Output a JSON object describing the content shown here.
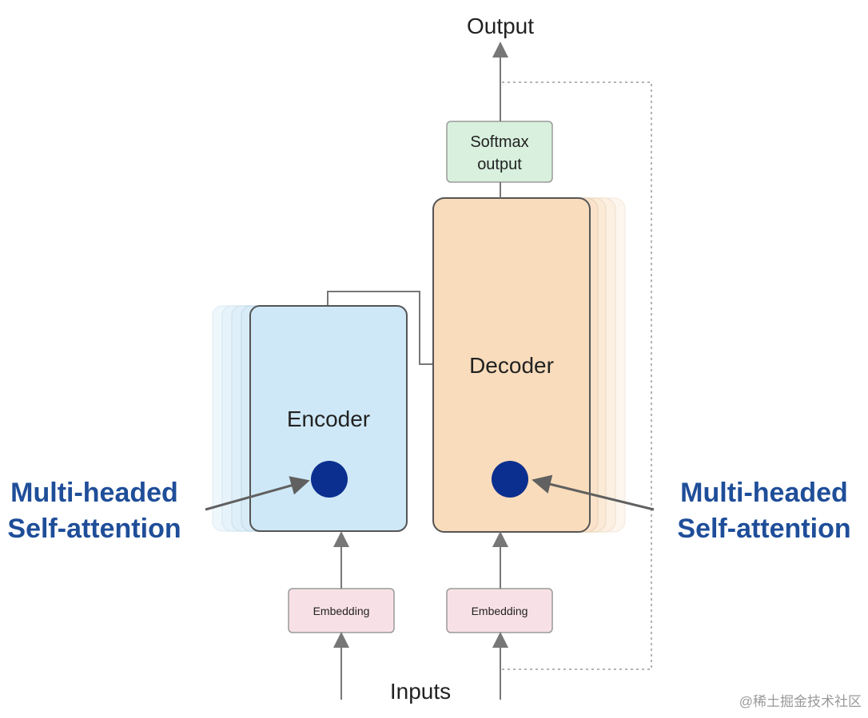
{
  "labels": {
    "output": "Output",
    "inputs": "Inputs",
    "softmax_line1": "Softmax",
    "softmax_line2": "output",
    "encoder": "Encoder",
    "decoder": "Decoder",
    "embedding_encoder": "Embedding",
    "embedding_decoder": "Embedding",
    "left_callout_line1": "Multi-headed",
    "left_callout_line2": "Self-attention",
    "right_callout_line1": "Multi-headed",
    "right_callout_line2": "Self-attention",
    "watermark": "@稀土掘金技术社区"
  },
  "colors": {
    "encoder_fill": "#cfe8f7",
    "decoder_fill": "#f9dcbb",
    "softmax_fill": "#d8f0dd",
    "embedding_fill": "#f8e1e6",
    "attention_dot": "#0b2f8f",
    "callout_text": "#1f4e99",
    "line": "#777777"
  }
}
